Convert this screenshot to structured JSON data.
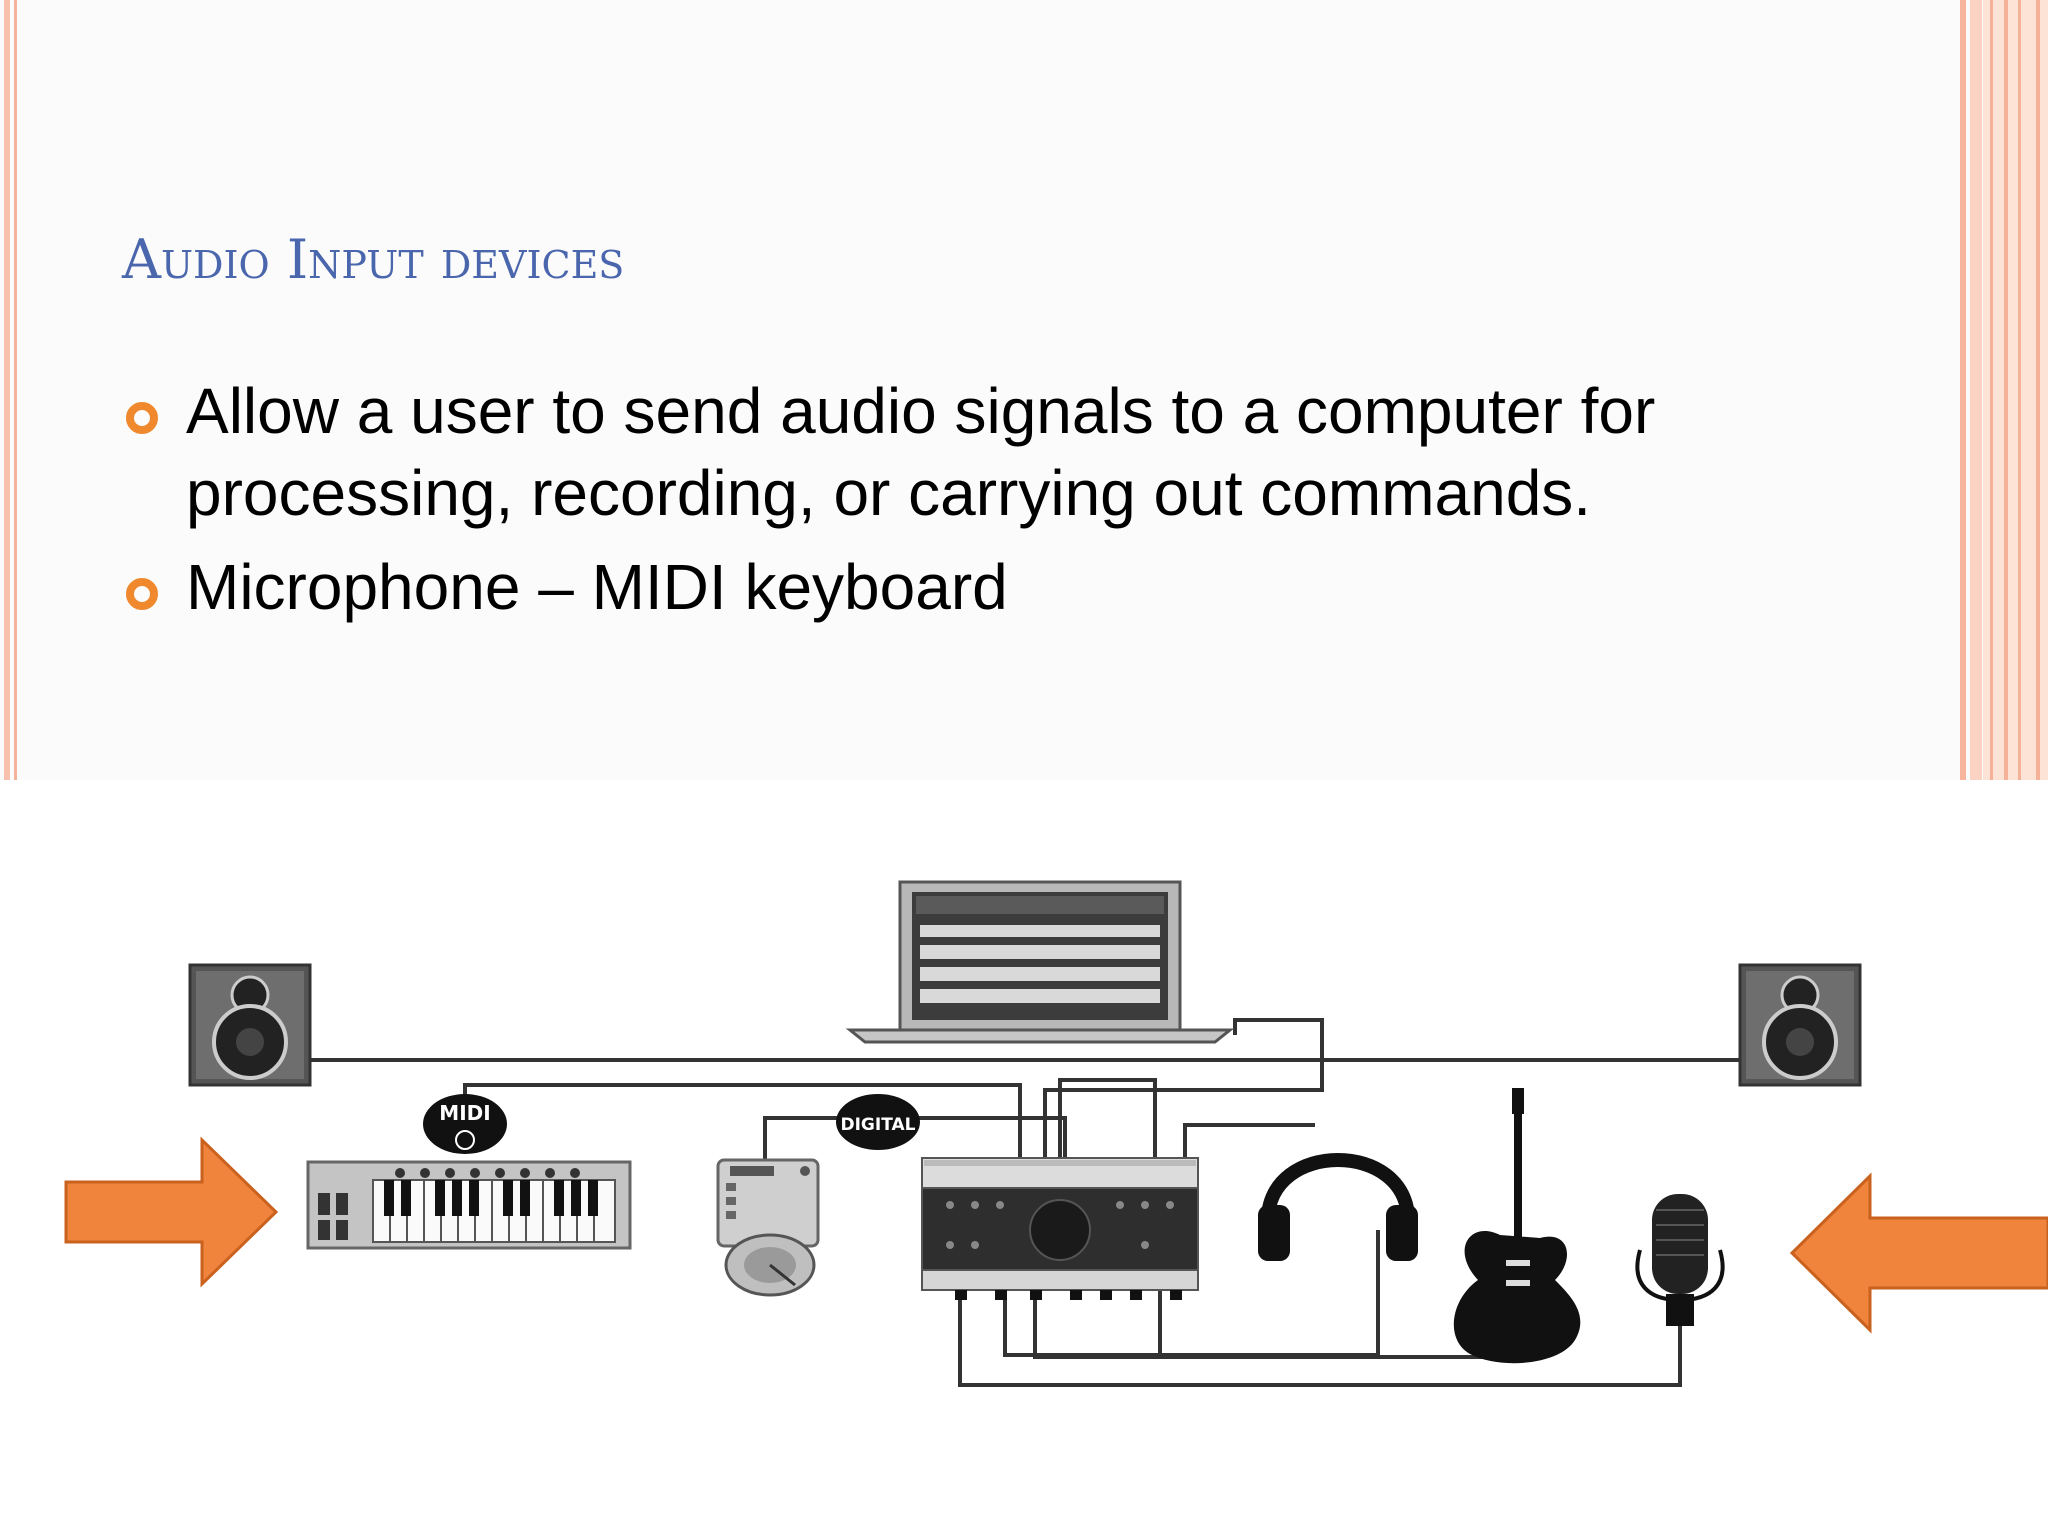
{
  "slide": {
    "title": "Audio Input devices",
    "bullets": [
      "Allow a user to send audio signals to a computer for processing, recording, or carrying out commands.",
      "Microphone – MIDI keyboard"
    ]
  },
  "diagram": {
    "midi_label": "MIDI",
    "digital_label": "DIGITAL",
    "arrow_color": "#f0843c",
    "accent_color": "#f0882e",
    "title_color": "#4a66ad",
    "icons": [
      "speaker-icon",
      "laptop-icon",
      "midi-keyboard-icon",
      "dj-controller-icon",
      "audio-interface-icon",
      "headphones-icon",
      "guitar-icon",
      "microphone-icon",
      "arrow-icon"
    ]
  }
}
